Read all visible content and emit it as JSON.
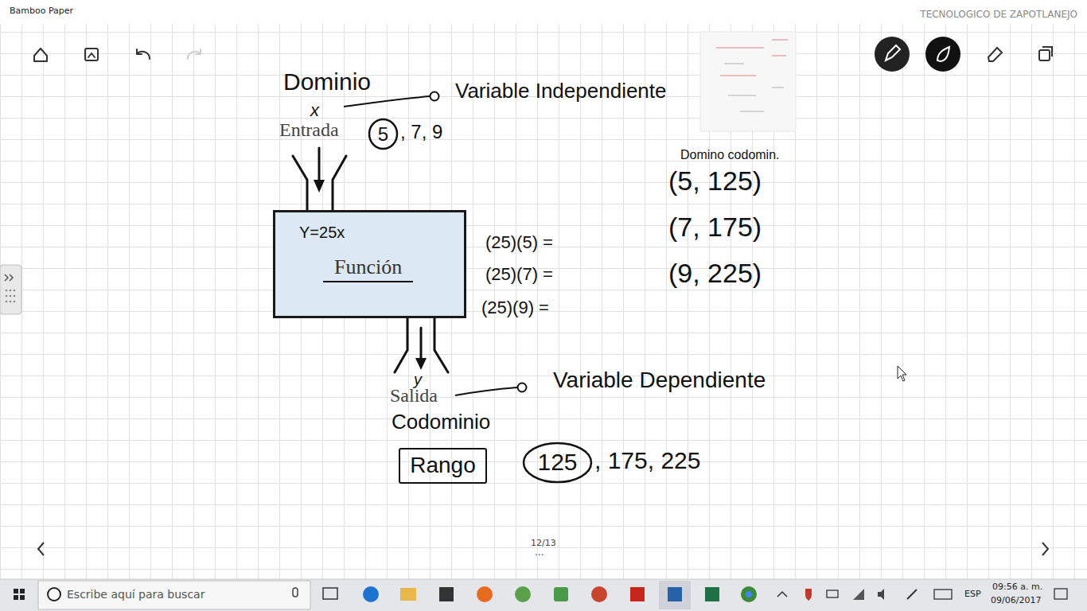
{
  "diagram": {
    "nodes": [
      {
        "text": [
          "5"
        ]
      },
      {
        "text": [
          "Y=25x",
          "Función"
        ]
      },
      {
        "text": [
          "Rango"
        ]
      },
      {
        "text": [
          "125"
        ]
      }
    ],
    "labels": [
      "Bamboo Paper",
      "TECNOLOGICO DE ZAPOTLANEJO",
      "Dominio",
      "Variable Independiente",
      "x",
      "Entrada",
      ", 7, 9",
      "Domino codomin.",
      "(5, 125)",
      "(7, 175)",
      "(9, 225)",
      "(25)(5) =",
      "(25)(7) =",
      "(25)(9) =",
      "y",
      "Salida",
      "Variable Dependiente",
      "Codominio",
      ", 175, 225",
      "12/13",
      "...",
      "Escribe aquí para buscar",
      "ESP",
      "09:56 a. m.",
      "09/06/2017"
    ]
  }
}
